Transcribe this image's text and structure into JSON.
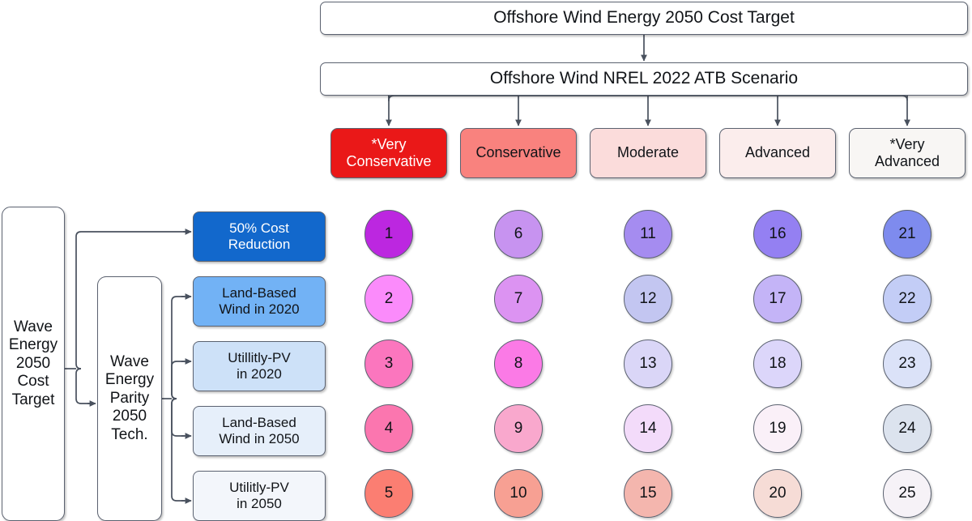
{
  "diagram": {
    "title_chain": {
      "root_label": "Offshore Wind Energy 2050 Cost Target",
      "scenario_label": "Offshore Wind NREL 2022 ATB Scenario"
    },
    "scenarios": [
      {
        "label": "*Very\nConservative",
        "color": "#EA1818",
        "text_color": "#ffffff"
      },
      {
        "label": "Conservative",
        "color": "#F9827E",
        "text_color": "#111418"
      },
      {
        "label": "Moderate",
        "color": "#FBDCDB",
        "text_color": "#111418"
      },
      {
        "label": "Advanced",
        "color": "#FBEDEC",
        "text_color": "#111418"
      },
      {
        "label": "*Very\nAdvanced",
        "color": "#F8F6F4",
        "text_color": "#111418"
      }
    ],
    "left_roots": [
      {
        "label": "Wave\nEnergy\n2050\nCost\nTarget",
        "color": "#ffffff"
      },
      {
        "label": "Wave\nEnergy\nParity\n2050\nTech.",
        "color": "#ffffff"
      }
    ],
    "rows": [
      {
        "label": "50% Cost\nReduction",
        "color": "#1268CC",
        "text_color": "#ffffff"
      },
      {
        "label": "Land-Based\nWind in 2020",
        "color": "#72B2F5",
        "text_color": "#111418"
      },
      {
        "label": "Utillitly-PV\nin 2020",
        "color": "#CDE1F8",
        "text_color": "#111418"
      },
      {
        "label": "Land-Based\nWind in 2050",
        "color": "#E6EFFA",
        "text_color": "#111418"
      },
      {
        "label": "Utilitly-PV\nin 2050",
        "color": "#F3F6FB",
        "text_color": "#111418"
      }
    ],
    "grid": {
      "cells": [
        {
          "n": "1",
          "color": "#BC27E0"
        },
        {
          "n": "6",
          "color": "#C793F0"
        },
        {
          "n": "11",
          "color": "#A58CF0"
        },
        {
          "n": "16",
          "color": "#9480F2"
        },
        {
          "n": "21",
          "color": "#7E8BEE"
        },
        {
          "n": "2",
          "color": "#FB8BFB"
        },
        {
          "n": "7",
          "color": "#DC93F2"
        },
        {
          "n": "12",
          "color": "#C3C6F1"
        },
        {
          "n": "17",
          "color": "#C4B4F7"
        },
        {
          "n": "22",
          "color": "#C3CDF6"
        },
        {
          "n": "3",
          "color": "#FB76BE"
        },
        {
          "n": "8",
          "color": "#FB7AE6"
        },
        {
          "n": "13",
          "color": "#DAD6F7"
        },
        {
          "n": "18",
          "color": "#DCD6FA"
        },
        {
          "n": "23",
          "color": "#DBE2F8"
        },
        {
          "n": "4",
          "color": "#FB76AF"
        },
        {
          "n": "9",
          "color": "#F9A8CD"
        },
        {
          "n": "14",
          "color": "#F3DBFA"
        },
        {
          "n": "19",
          "color": "#FAF0F8"
        },
        {
          "n": "24",
          "color": "#DCE3EE"
        },
        {
          "n": "5",
          "color": "#FB7E72"
        },
        {
          "n": "10",
          "color": "#F7A093"
        },
        {
          "n": "15",
          "color": "#F4B6AE"
        },
        {
          "n": "20",
          "color": "#F6DCD6"
        },
        {
          "n": "25",
          "color": "#F6F2F7"
        }
      ]
    }
  }
}
